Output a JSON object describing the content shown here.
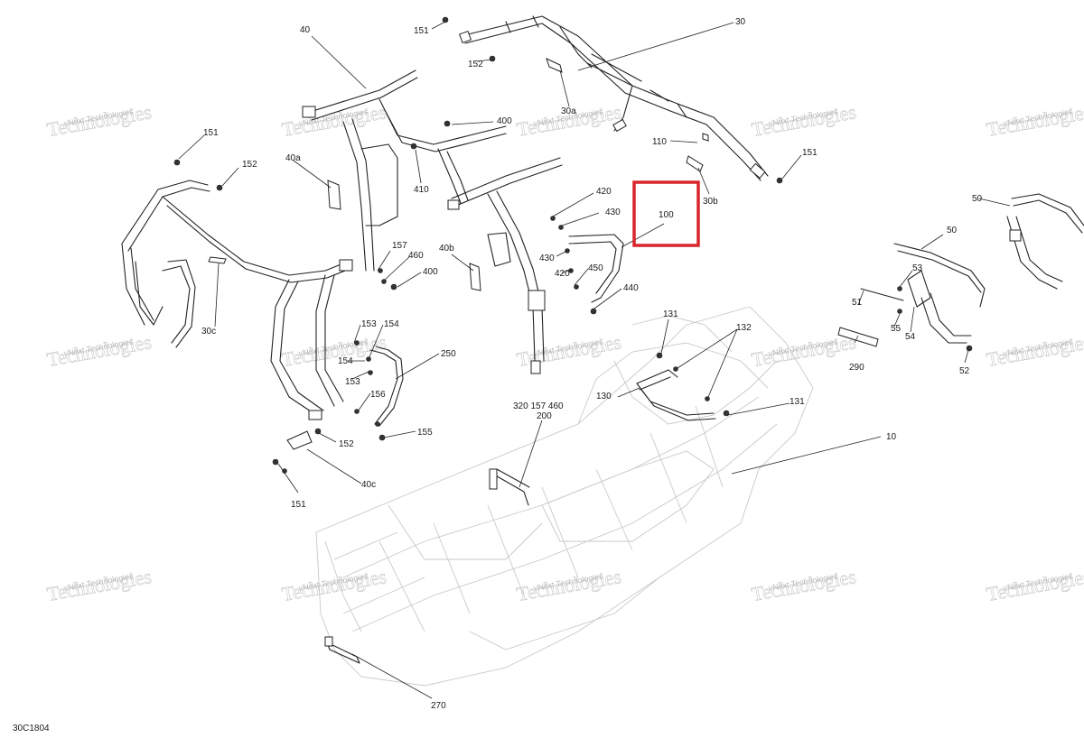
{
  "diagram_code": "30C1804",
  "highlight_color": "#d9262b",
  "highlighted_callout": "100",
  "watermark": {
    "small_text": "vNext Technologies",
    "large_text": "Technologies"
  },
  "callouts": [
    {
      "id": "c-30",
      "text": "30"
    },
    {
      "id": "c-40",
      "text": "40"
    },
    {
      "id": "c-151a",
      "text": "151"
    },
    {
      "id": "c-152a",
      "text": "152"
    },
    {
      "id": "c-30a",
      "text": "30a"
    },
    {
      "id": "c-400a",
      "text": "400"
    },
    {
      "id": "c-110",
      "text": "110"
    },
    {
      "id": "c-151b",
      "text": "151"
    },
    {
      "id": "c-30b",
      "text": "30b"
    },
    {
      "id": "c-151c",
      "text": "151"
    },
    {
      "id": "c-152c",
      "text": "152"
    },
    {
      "id": "c-40a",
      "text": "40a"
    },
    {
      "id": "c-410",
      "text": "410"
    },
    {
      "id": "c-420a",
      "text": "420"
    },
    {
      "id": "c-430a",
      "text": "430"
    },
    {
      "id": "c-100",
      "text": "100"
    },
    {
      "id": "c-50a",
      "text": "50"
    },
    {
      "id": "c-50b",
      "text": "50"
    },
    {
      "id": "c-157",
      "text": "157"
    },
    {
      "id": "c-460",
      "text": "460"
    },
    {
      "id": "c-400b",
      "text": "400"
    },
    {
      "id": "c-40b",
      "text": "40b"
    },
    {
      "id": "c-430b",
      "text": "430"
    },
    {
      "id": "c-450",
      "text": "450"
    },
    {
      "id": "c-420b",
      "text": "420"
    },
    {
      "id": "c-440",
      "text": "440"
    },
    {
      "id": "c-53",
      "text": "53"
    },
    {
      "id": "c-51",
      "text": "51"
    },
    {
      "id": "c-55",
      "text": "55"
    },
    {
      "id": "c-54",
      "text": "54"
    },
    {
      "id": "c-30c",
      "text": "30c"
    },
    {
      "id": "c-153a",
      "text": "153"
    },
    {
      "id": "c-154a",
      "text": "154"
    },
    {
      "id": "c-154b",
      "text": "154"
    },
    {
      "id": "c-153b",
      "text": "153"
    },
    {
      "id": "c-250",
      "text": "250"
    },
    {
      "id": "c-156",
      "text": "156"
    },
    {
      "id": "c-155",
      "text": "155"
    },
    {
      "id": "c-131a",
      "text": "131"
    },
    {
      "id": "c-132",
      "text": "132"
    },
    {
      "id": "c-290",
      "text": "290"
    },
    {
      "id": "c-52",
      "text": "52"
    },
    {
      "id": "c-130",
      "text": "130"
    },
    {
      "id": "c-131b",
      "text": "131"
    },
    {
      "id": "c-320-157-460",
      "text": "320 157 460"
    },
    {
      "id": "c-200",
      "text": "200"
    },
    {
      "id": "c-152d",
      "text": "152"
    },
    {
      "id": "c-40c",
      "text": "40c"
    },
    {
      "id": "c-151d",
      "text": "151"
    },
    {
      "id": "c-10",
      "text": "10"
    },
    {
      "id": "c-270",
      "text": "270"
    }
  ]
}
